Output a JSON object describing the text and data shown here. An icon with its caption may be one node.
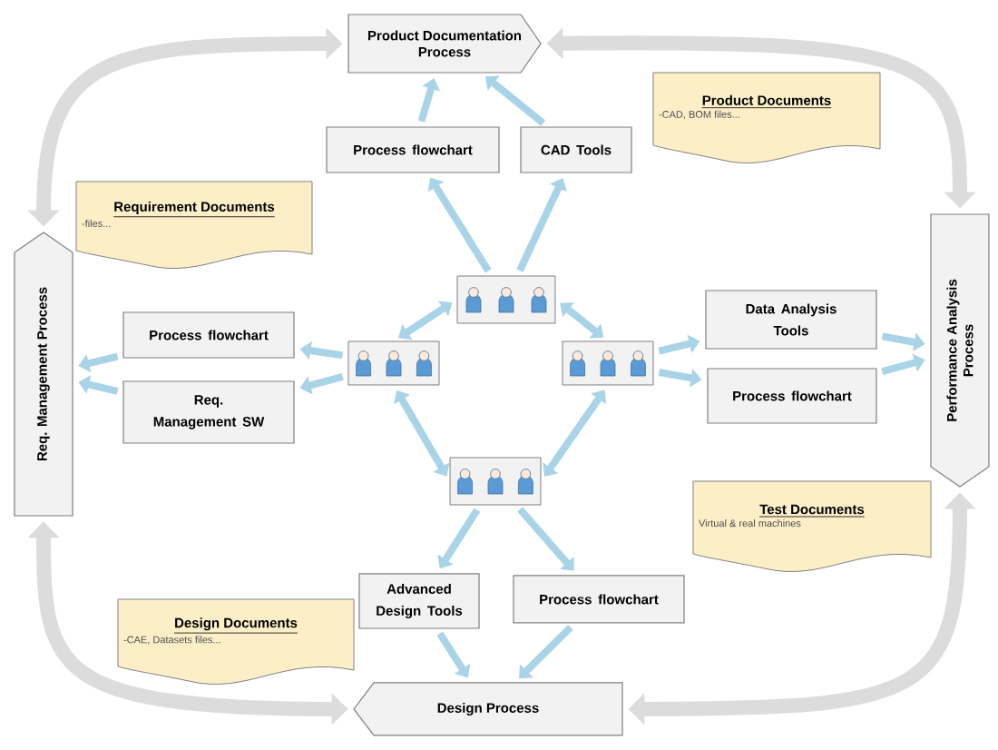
{
  "diagram": {
    "nodes": [
      {
        "text": [
          "Product Documentation Process"
        ]
      },
      {
        "text": [
          "Performance Analysis Process"
        ]
      },
      {
        "text": [
          "Design Process"
        ]
      },
      {
        "text": [
          "Req. Management Process"
        ]
      },
      {
        "text": [
          "Process flowchart"
        ]
      },
      {
        "text": [
          "CAD Tools"
        ]
      },
      {
        "text": [],
        "shape": "person"
      },
      {
        "text": [
          "Process flowchart"
        ]
      },
      {
        "text": [
          "Req. Management SW"
        ]
      },
      {
        "text": [],
        "shape": "person"
      },
      {
        "text": [],
        "shape": "person"
      },
      {
        "text": [
          "Data Analysis Tools"
        ]
      },
      {
        "text": [
          "Process flowchart"
        ]
      },
      {
        "text": [],
        "shape": "person"
      },
      {
        "text": [
          "Advanced Design Tools"
        ]
      },
      {
        "text": [
          "Process flowchart"
        ]
      },
      {
        "text": [
          "Requirement Documents",
          "-files..."
        ]
      },
      {
        "text": [
          "Product Documents",
          "-CAD, BOM files..."
        ]
      },
      {
        "text": [
          "Test Documents",
          "Virtual & real machines"
        ]
      },
      {
        "text": [
          "Design Documents",
          "-CAE, Datasets files..."
        ]
      }
    ],
    "edges": [
      {
        "from": 3,
        "to": 0,
        "arrow": "both",
        "style": "thick",
        "color": "#dcdcdc"
      },
      {
        "from": 0,
        "to": 1,
        "arrow": "both",
        "style": "thick",
        "color": "#dcdcdc"
      },
      {
        "from": 1,
        "to": 2,
        "arrow": "both",
        "style": "thick",
        "color": "#dcdcdc"
      },
      {
        "from": 2,
        "to": 3,
        "arrow": "both",
        "style": "thick",
        "color": "#dcdcdc"
      },
      {
        "from": 4,
        "to": 0,
        "arrow": "to"
      },
      {
        "from": 5,
        "to": 0,
        "arrow": "to"
      },
      {
        "from": 6,
        "to": 4,
        "arrow": "to"
      },
      {
        "from": 6,
        "to": 5,
        "arrow": "to"
      },
      {
        "from": 6,
        "to": 9,
        "arrow": "both"
      },
      {
        "from": 6,
        "to": 10,
        "arrow": "both"
      },
      {
        "from": 9,
        "to": 7,
        "arrow": "to"
      },
      {
        "from": 9,
        "to": 8,
        "arrow": "to"
      },
      {
        "from": 7,
        "to": 3,
        "arrow": "to"
      },
      {
        "from": 8,
        "to": 3,
        "arrow": "to"
      },
      {
        "from": 10,
        "to": 11,
        "arrow": "to"
      },
      {
        "from": 10,
        "to": 12,
        "arrow": "to"
      },
      {
        "from": 11,
        "to": 1,
        "arrow": "to"
      },
      {
        "from": 12,
        "to": 1,
        "arrow": "to"
      },
      {
        "from": 9,
        "to": 13,
        "arrow": "both"
      },
      {
        "from": 10,
        "to": 13,
        "arrow": "both"
      },
      {
        "from": 13,
        "to": 14,
        "arrow": "to"
      },
      {
        "from": 13,
        "to": 15,
        "arrow": "to"
      },
      {
        "from": 14,
        "to": 2,
        "arrow": "to"
      },
      {
        "from": 15,
        "to": 2,
        "arrow": "to"
      }
    ]
  }
}
